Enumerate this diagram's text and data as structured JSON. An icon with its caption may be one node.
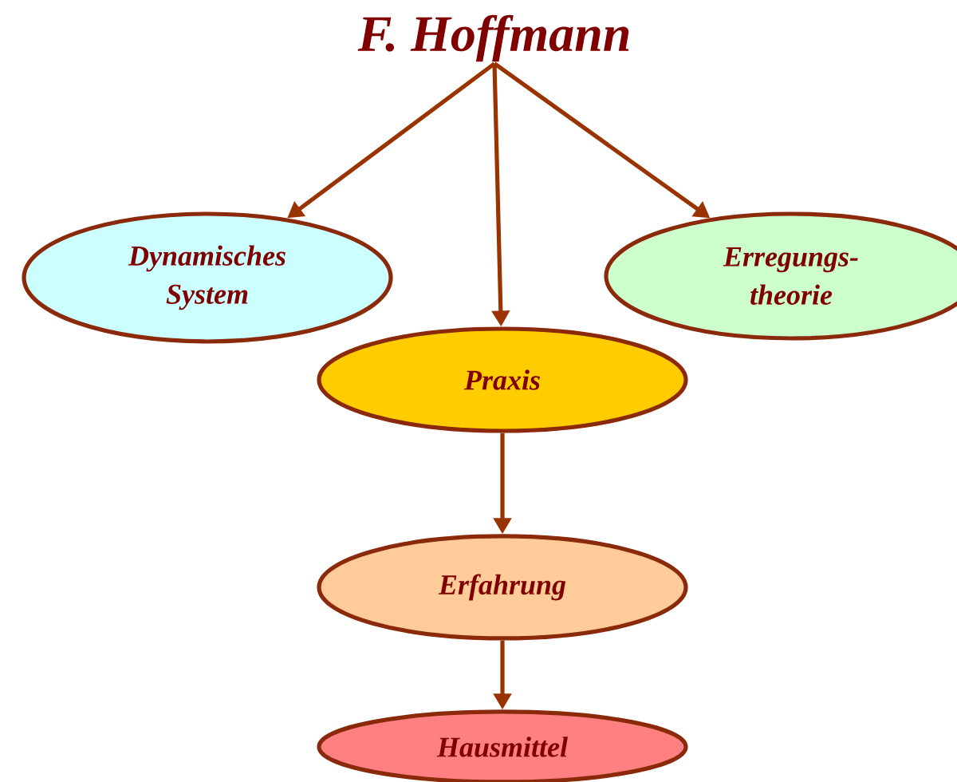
{
  "diagram": {
    "nodes": [
      {
        "text": [
          "F. Hoffmann"
        ]
      },
      {
        "text": [
          "Dynamisches System"
        ]
      },
      {
        "text": [
          "Erregungs- theorie"
        ]
      },
      {
        "text": [
          "Praxis"
        ]
      },
      {
        "text": [
          "Erfahrung"
        ]
      },
      {
        "text": [
          "Hausmittel"
        ]
      }
    ],
    "edges": [
      {
        "from": 0,
        "to": 1,
        "arrow": "to"
      },
      {
        "from": 0,
        "to": 3,
        "arrow": "to"
      },
      {
        "from": 0,
        "to": 2,
        "arrow": "to"
      },
      {
        "from": 3,
        "to": 4,
        "arrow": "to"
      },
      {
        "from": 4,
        "to": 5,
        "arrow": "to"
      }
    ]
  }
}
